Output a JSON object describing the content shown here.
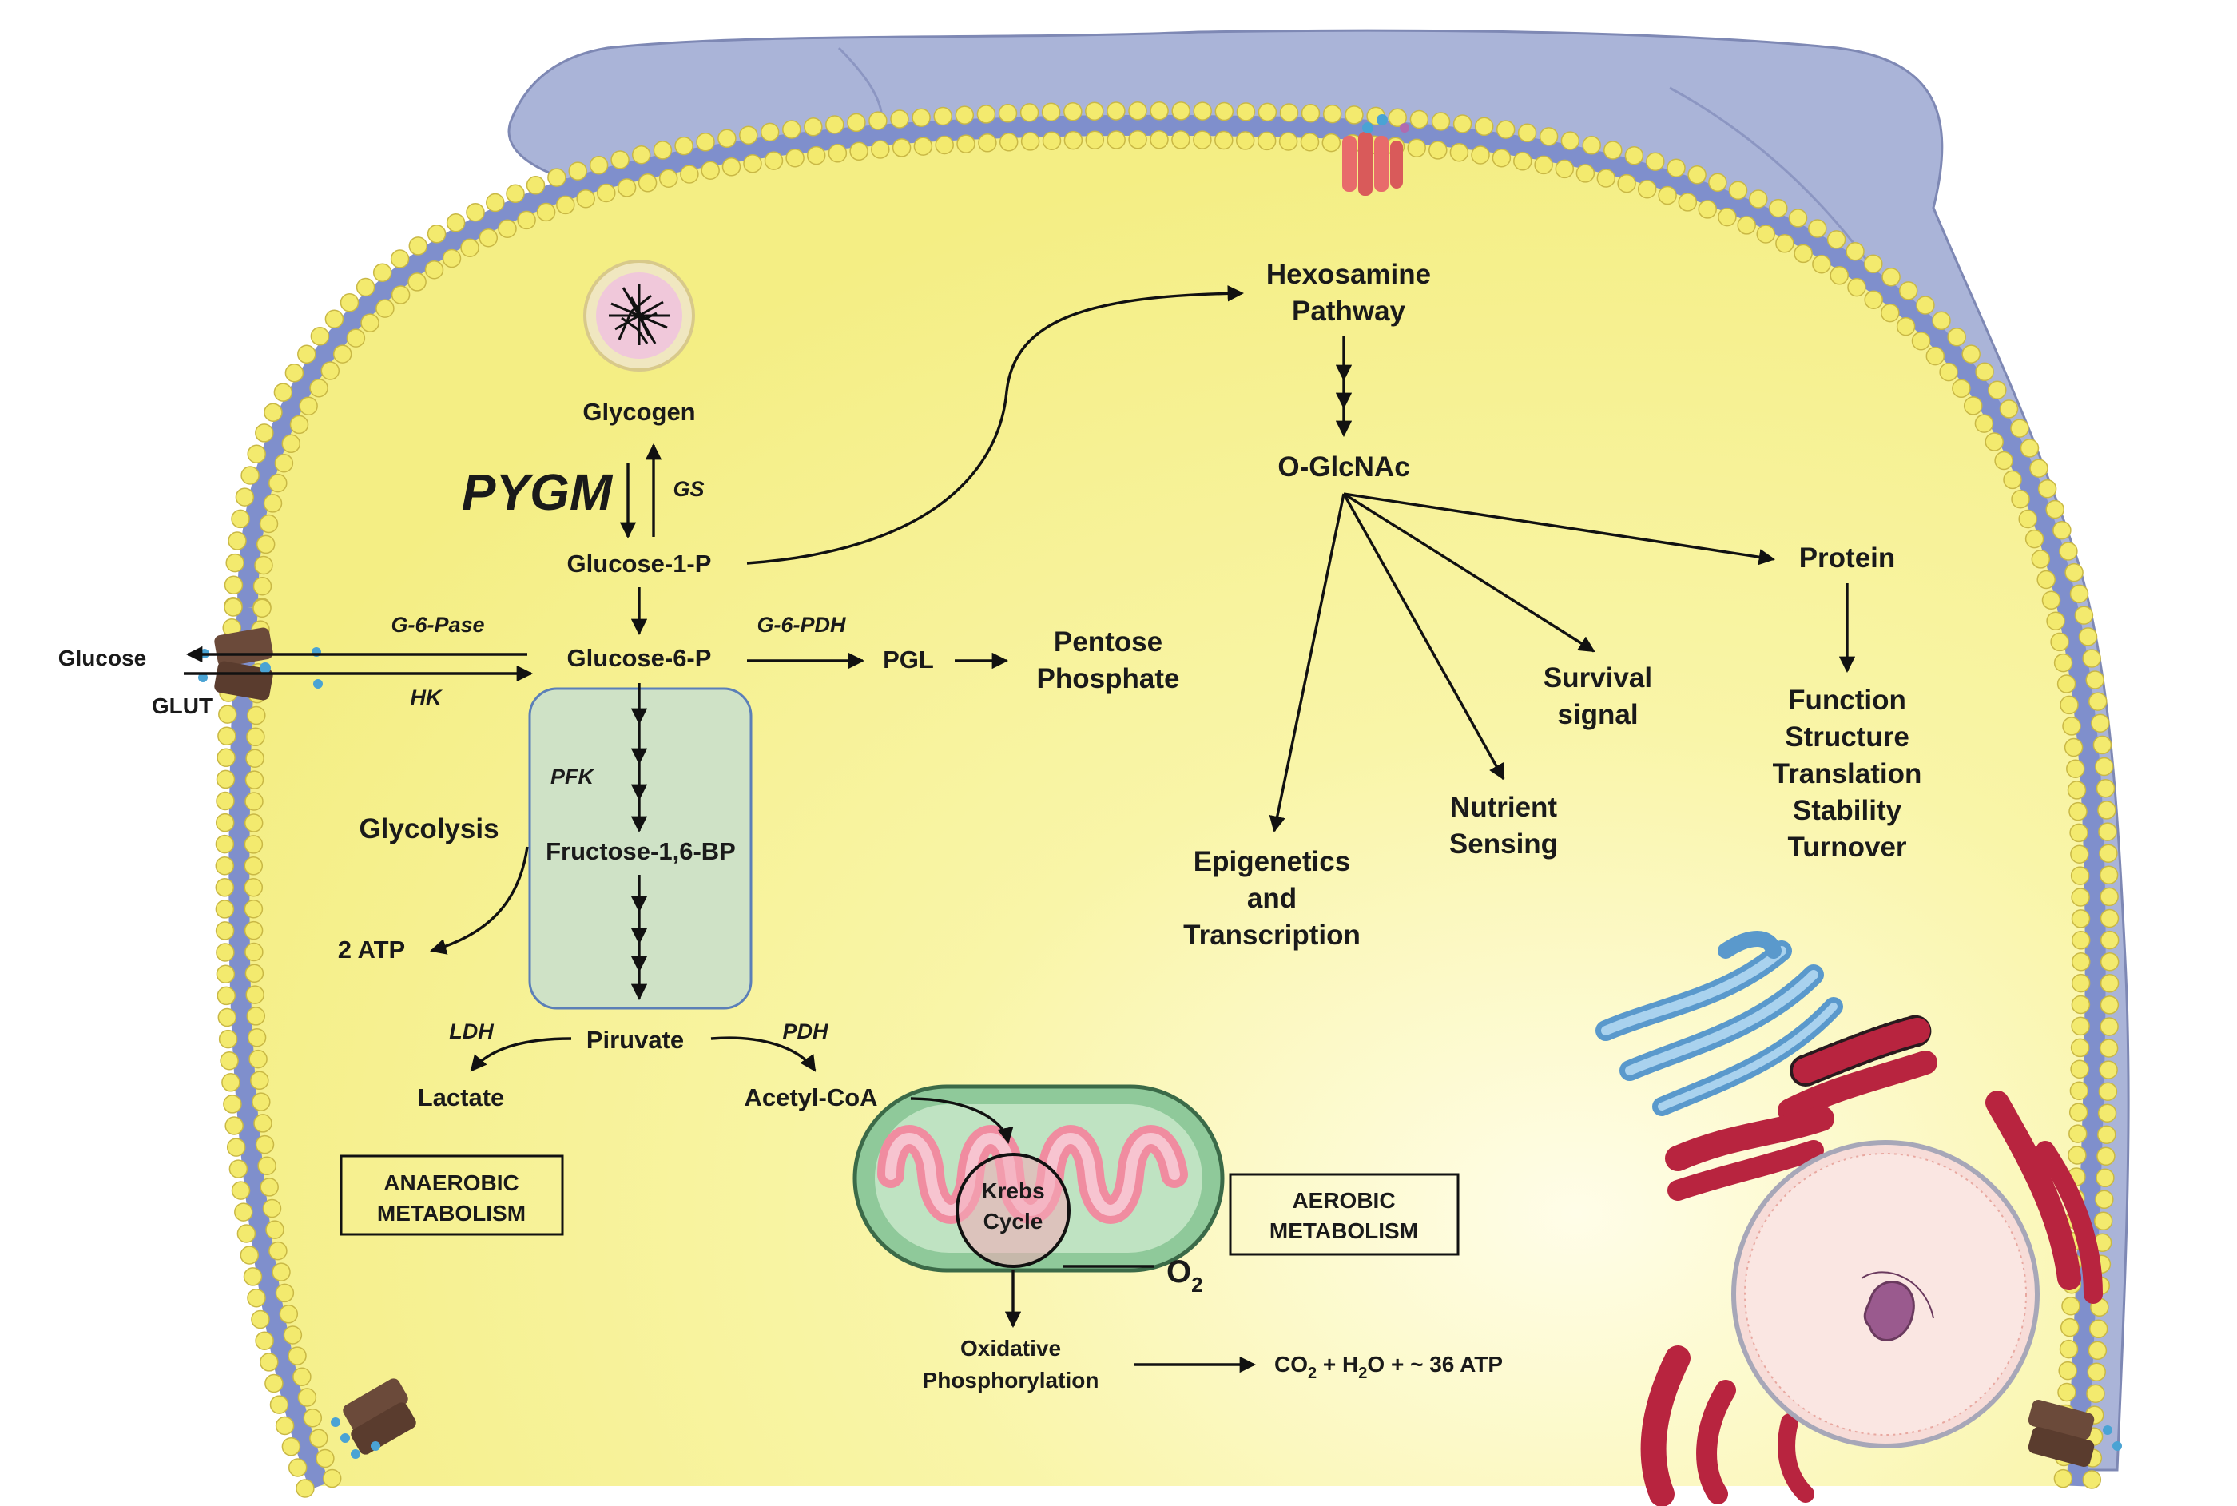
{
  "labels": {
    "glycogen": "Glycogen",
    "pygm": "PYGM",
    "gs": "GS",
    "glucose1p": "Glucose-1-P",
    "glucose6p": "Glucose-6-P",
    "g6pase": "G-6-Pase",
    "hk": "HK",
    "glucose": "Glucose",
    "glut": "GLUT",
    "g6pdh": "G-6-PDH",
    "pgl": "PGL",
    "pentose_line1": "Pentose",
    "pentose_line2": "Phosphate",
    "hexosamine_line1": "Hexosamine",
    "hexosamine_line2": "Pathway",
    "oglcnac": "O-GlcNAc",
    "protein": "Protein",
    "protein_functions": [
      "Function",
      "Structure",
      "Translation",
      "Stability",
      "Turnover"
    ],
    "survival_line1": "Survival",
    "survival_line2": "signal",
    "nutrient_line1": "Nutrient",
    "nutrient_line2": "Sensing",
    "epigenetics_line1": "Epigenetics",
    "epigenetics_line2": "and",
    "epigenetics_line3": "Transcription",
    "pfk": "PFK",
    "glycolysis": "Glycolysis",
    "fructose": "Fructose-1,6-BP",
    "atp2": "2 ATP",
    "ldh": "LDH",
    "pdh": "PDH",
    "piruvate": "Piruvate",
    "lactate": "Lactate",
    "acetylcoa": "Acetyl-CoA",
    "anaerobic_line1": "ANAEROBIC",
    "anaerobic_line2": "METABOLISM",
    "aerobic_line1": "AEROBIC",
    "aerobic_line2": "METABOLISM",
    "krebs_line1": "Krebs",
    "krebs_line2": "Cycle",
    "o2": "O",
    "o2_sub": "2",
    "oxphos_line1": "Oxidative",
    "oxphos_line2": "Phosphorylation",
    "co2_a": "CO",
    "co2_sub": "2",
    "co2_b": " + H",
    "h2o_sub": "2",
    "co2_c": "O + ~ 36 ATP"
  },
  "colors": {
    "cytoplasm": "#f6f28a",
    "cytoplasm_light": "#fbf9c9",
    "extracellular": "#aab4d8",
    "membrane_head": "#f3ea6e",
    "membrane_tail": "#7f8fcc",
    "glycolysis_box": "#cfe2c6",
    "mitochondria_outer": "#8fc99a",
    "mitochondria_inner": "#f4a9b8",
    "golgi": "#6aa9d8",
    "er": "#b8243f",
    "nucleus": "#f7dcd8"
  }
}
